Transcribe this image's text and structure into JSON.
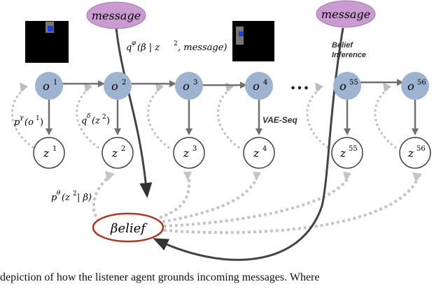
{
  "nodes": {
    "o1": {
      "base": "o",
      "sup": "1"
    },
    "o2": {
      "base": "o",
      "sup": "2"
    },
    "o3": {
      "base": "o",
      "sup": "3"
    },
    "o4": {
      "base": "o",
      "sup": "4"
    },
    "o55": {
      "base": "o",
      "sup": "55"
    },
    "o56": {
      "base": "o",
      "sup": "56"
    },
    "z1": {
      "base": "z",
      "sup": "1"
    },
    "z2": {
      "base": "z",
      "sup": "2"
    },
    "z3": {
      "base": "z",
      "sup": "3"
    },
    "z4": {
      "base": "z",
      "sup": "4"
    },
    "z55": {
      "base": "z",
      "sup": "55"
    },
    "z56": {
      "base": "z",
      "sup": "56"
    }
  },
  "ellipsis": "•••",
  "message_label": "message",
  "belief_label": "βelief",
  "labels": {
    "p_gamma": {
      "p": "p",
      "sup": "γ",
      "arg": "(o",
      "argsup": "1",
      "close": ")"
    },
    "q_delta": {
      "q": "q",
      "sup": "δ",
      "arg": "(z",
      "argsup": "2",
      "close": ")"
    },
    "q_phi": {
      "q": "q",
      "sup": "φ",
      "arg1": "(β | z",
      "argsup": "2",
      "arg2": ", message)"
    },
    "p_theta": {
      "p": "p",
      "sup": "θ",
      "arg1": "(z",
      "argsup": "2",
      "arg2": " | β)"
    },
    "vae_seq": "VAE-Seq",
    "belief_inference_1": "Belief",
    "belief_inference_2": "Inference"
  },
  "colors": {
    "obs_node": "#9db3d0",
    "message_node": "#c99bd0",
    "belief_outline": "#a33a2a",
    "arrow": "#707070",
    "dotted": "#bdbdbd",
    "agent": "#1f3fd6"
  },
  "caption": "depiction of how the listener agent grounds incoming messages. Where"
}
